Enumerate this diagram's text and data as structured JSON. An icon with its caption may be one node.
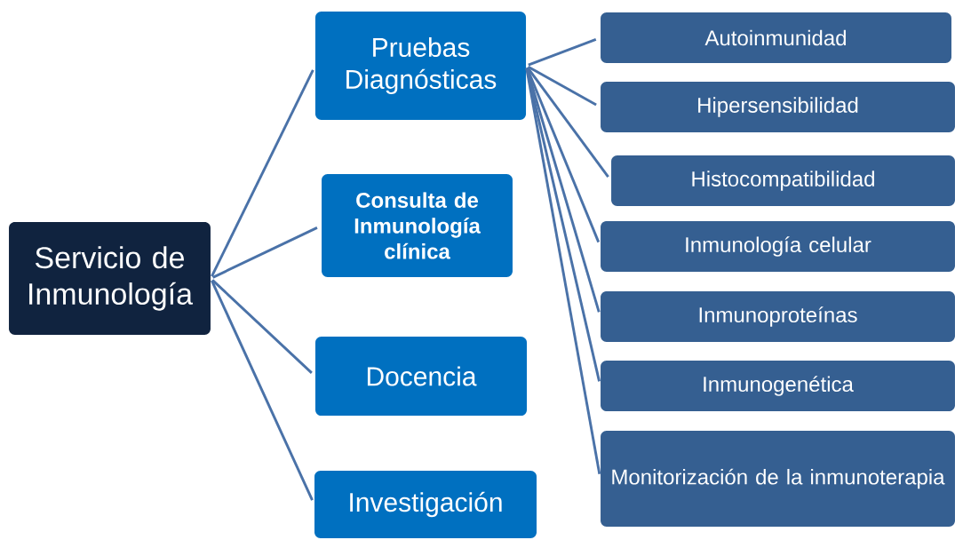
{
  "diagram": {
    "nodes": [
      {
        "text": [
          "Servicio de Inmunología"
        ]
      },
      {
        "text": [
          "Pruebas Diagnósticas"
        ]
      },
      {
        "text": [
          "Consulta de Inmunología clínica"
        ]
      },
      {
        "text": [
          "Docencia"
        ]
      },
      {
        "text": [
          "Investigación"
        ]
      },
      {
        "text": [
          "Autoinmunidad"
        ]
      },
      {
        "text": [
          "Hipersensibilidad"
        ]
      },
      {
        "text": [
          "Histocompatibilidad"
        ]
      },
      {
        "text": [
          "Inmunología celular"
        ]
      },
      {
        "text": [
          "Inmunoproteínas"
        ]
      },
      {
        "text": [
          "Inmunogenética"
        ]
      },
      {
        "text": [
          "Monitorización de la inmunoterapia"
        ]
      }
    ],
    "edges": [
      {
        "from": 0,
        "to": 1,
        "arrow": "none"
      },
      {
        "from": 0,
        "to": 2,
        "arrow": "none"
      },
      {
        "from": 0,
        "to": 3,
        "arrow": "none"
      },
      {
        "from": 0,
        "to": 4,
        "arrow": "none"
      },
      {
        "from": 1,
        "to": 5,
        "arrow": "none"
      },
      {
        "from": 1,
        "to": 6,
        "arrow": "none"
      },
      {
        "from": 1,
        "to": 7,
        "arrow": "none"
      },
      {
        "from": 1,
        "to": 8,
        "arrow": "none"
      },
      {
        "from": 1,
        "to": 9,
        "arrow": "none"
      },
      {
        "from": 1,
        "to": 10,
        "arrow": "none"
      },
      {
        "from": 1,
        "to": 11,
        "arrow": "none"
      }
    ]
  }
}
